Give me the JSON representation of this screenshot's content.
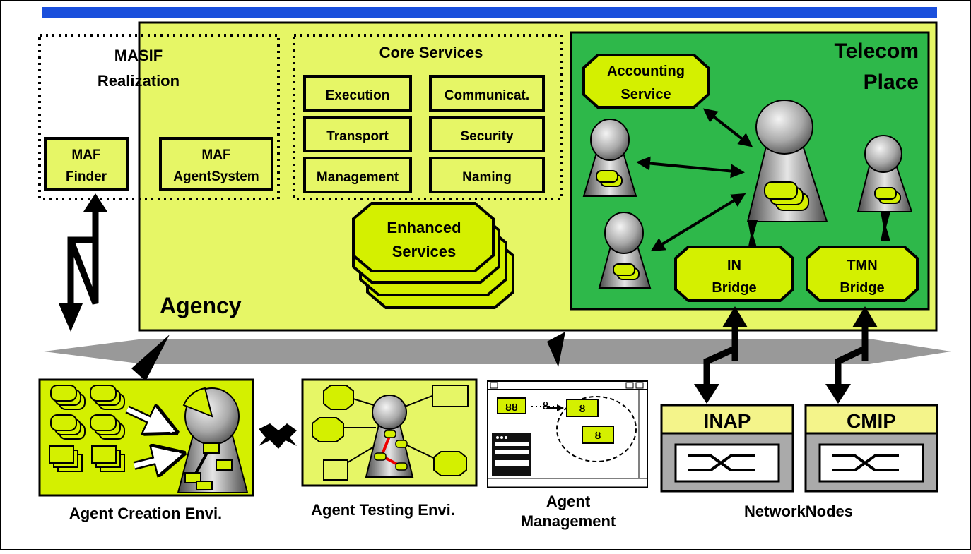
{
  "masif": {
    "line1": "MASIF",
    "line2": "Realization"
  },
  "maf_finder": {
    "line1": "MAF",
    "line2": "Finder"
  },
  "maf_agentsystem": {
    "line1": "MAF",
    "line2": "AgentSystem"
  },
  "core_services": {
    "title": "Core Services",
    "items": [
      "Execution",
      "Communicat.",
      "Transport",
      "Security",
      "Management",
      "Naming"
    ]
  },
  "enhanced_services": {
    "line1": "Enhanced",
    "line2": "Services"
  },
  "agency_label": "Agency",
  "telecom_place": {
    "line1": "Telecom",
    "line2": "Place"
  },
  "accounting_service": {
    "line1": "Accounting",
    "line2": "Service"
  },
  "in_bridge": {
    "line1": "IN",
    "line2": "Bridge"
  },
  "tmn_bridge": {
    "line1": "TMN",
    "line2": "Bridge"
  },
  "network_nodes": {
    "node1": "INAP",
    "node2": "CMIP",
    "label": "NetworkNodes"
  },
  "agent_creation_label": "Agent Creation Envi.",
  "agent_testing_label": "Agent Testing Envi.",
  "agent_management": {
    "line1": "Agent",
    "line2": "Management"
  },
  "colors": {
    "top_bar": "#1a4fdc",
    "agency_fill": "#e6f666",
    "telecom_fill": "#2eb84a",
    "service_fill": "#d4f000",
    "bus_fill": "#999999",
    "node_fill": "#aaaaaa"
  }
}
